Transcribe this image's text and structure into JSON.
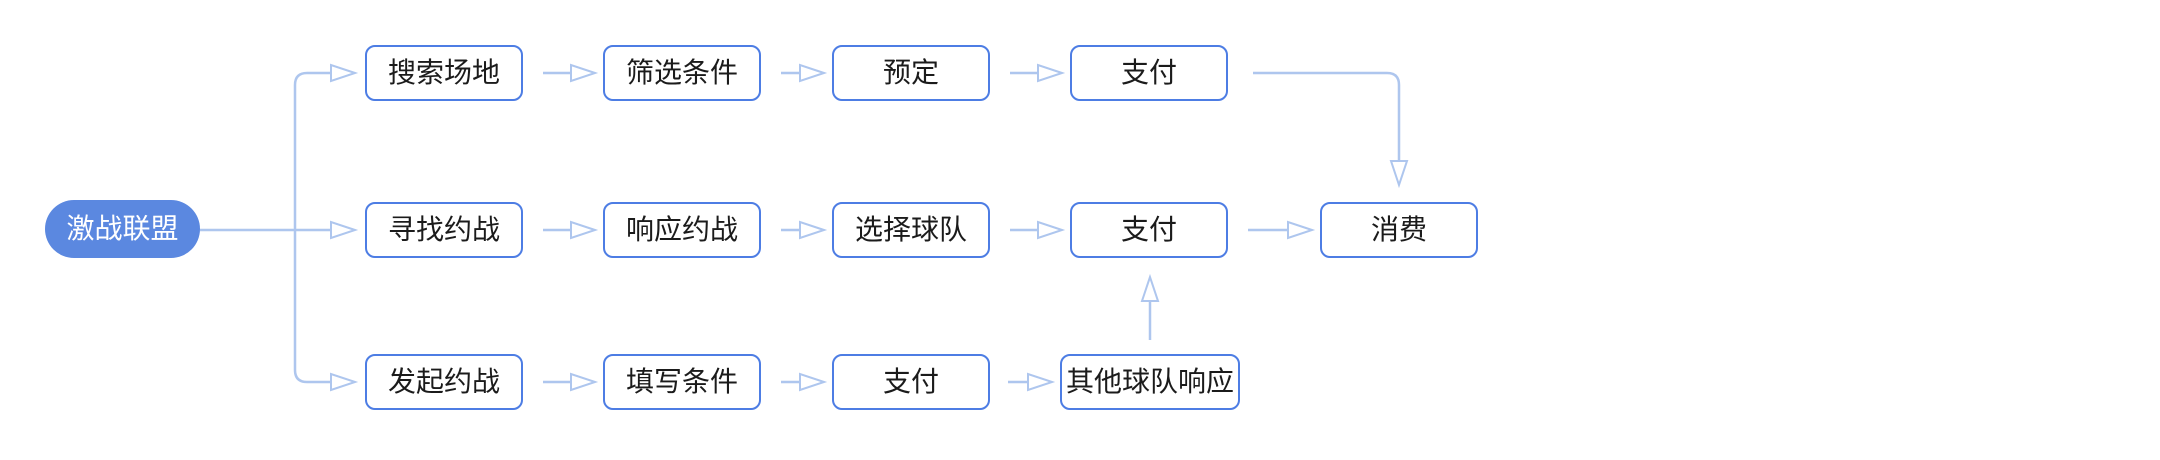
{
  "root": {
    "label": "激战联盟"
  },
  "flows": {
    "row1": {
      "steps": [
        "搜索场地",
        "筛选条件",
        "预定",
        "支付"
      ]
    },
    "row2": {
      "steps": [
        "寻找约战",
        "响应约战",
        "选择球队",
        "支付",
        "消费"
      ]
    },
    "row3": {
      "steps": [
        "发起约战",
        "填写条件",
        "支付",
        "其他球队响应"
      ]
    }
  },
  "colors": {
    "box_border": "#4d7de4",
    "root_fill": "#5b88e0",
    "connector": "#aec6ee",
    "box_text": "#1b1b1b",
    "root_text": "#ffffff"
  }
}
